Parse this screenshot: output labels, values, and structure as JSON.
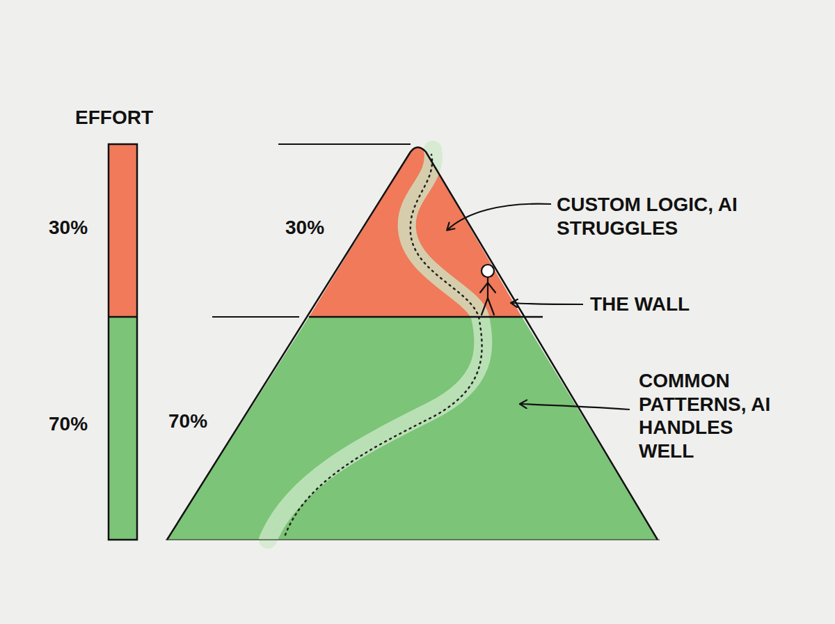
{
  "diagram": {
    "labels": [
      "EFFORT",
      "30%",
      "70%",
      "30%",
      "70%",
      "CUSTOM LOGIC, AI STRUGGLES",
      "THE WALL",
      "COMMON PATTERNS, AI HANDLES WELL"
    ]
  }
}
